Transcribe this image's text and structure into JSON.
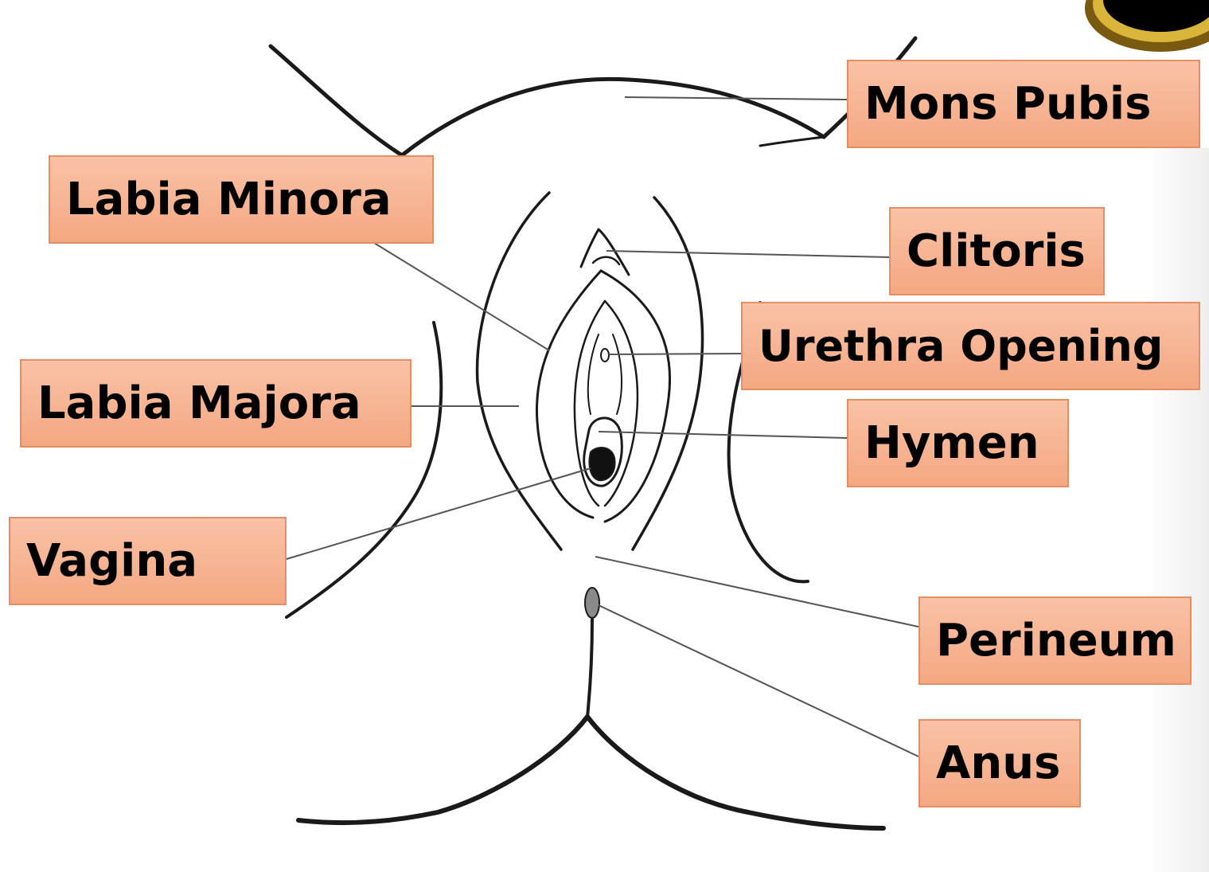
{
  "labels": {
    "mons_pubis": "Mons Pubis",
    "labia_minora": "Labia Minora",
    "clitoris": "Clitoris",
    "urethra_opening": "Urethra Opening",
    "labia_majora": "Labia Majora",
    "hymen": "Hymen",
    "vagina": "Vagina",
    "perineum": "Perineum",
    "anus": "Anus"
  },
  "colors": {
    "label_fill": "#f4a882",
    "label_border": "#e58e64",
    "line": "#555555",
    "sketch": "#1a1a1a"
  }
}
